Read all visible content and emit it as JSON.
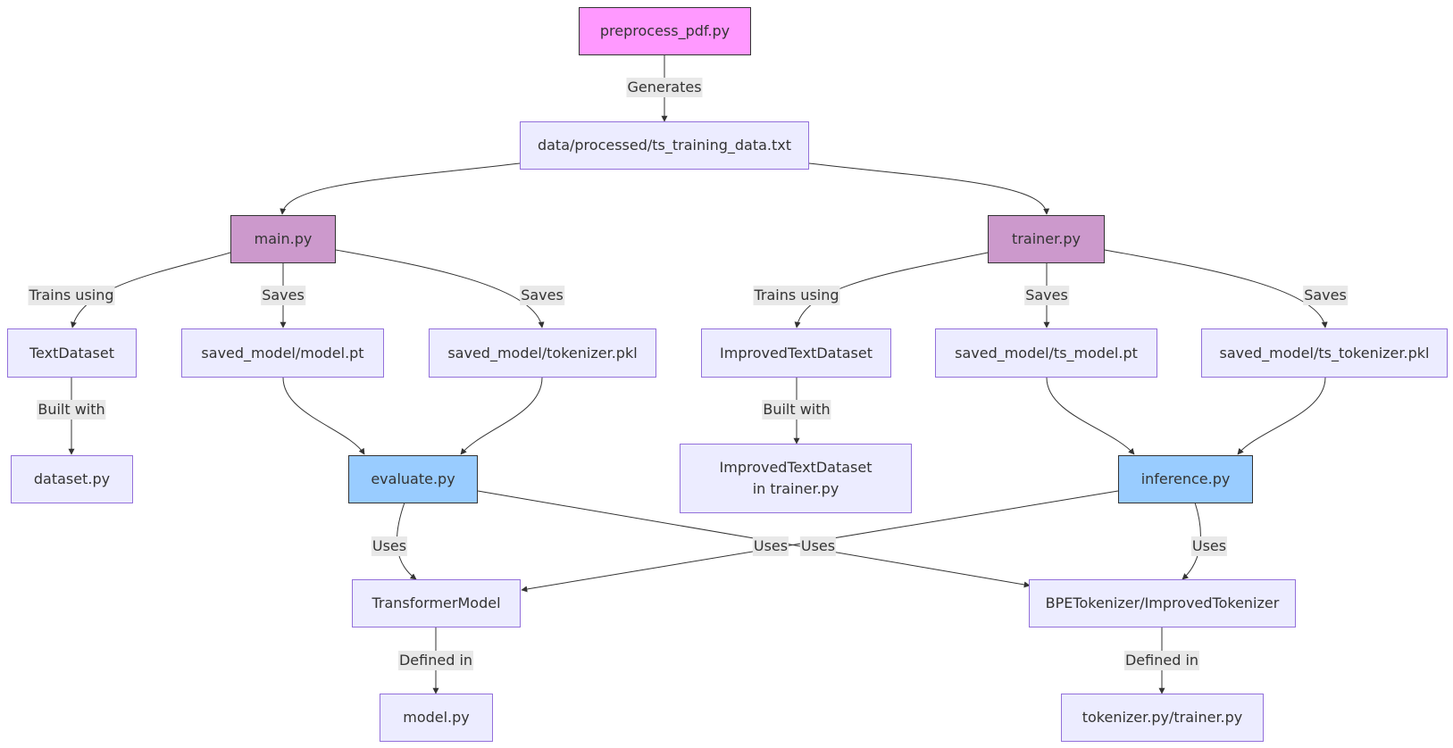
{
  "nodes": {
    "preprocess": "preprocess_pdf.py",
    "data": "data/processed/ts_training_data.txt",
    "main": "main.py",
    "trainer": "trainer.py",
    "textdataset": "TextDataset",
    "model_pt": "saved_model/model.pt",
    "tokenizer_pkl": "saved_model/tokenizer.pkl",
    "improved_dataset": "ImprovedTextDataset",
    "ts_model_pt": "saved_model/ts_model.pt",
    "ts_tokenizer_pkl": "saved_model/ts_tokenizer.pkl",
    "dataset_py": "dataset.py",
    "evaluate": "evaluate.py",
    "improved_in_trainer": "ImprovedTextDataset in trainer.py",
    "inference": "inference.py",
    "transformer": "TransformerModel",
    "bpe": "BPETokenizer/ImprovedTokenizer",
    "model_py": "model.py",
    "tokenizer_py": "tokenizer.py/trainer.py"
  },
  "edge_labels": {
    "generates": "Generates",
    "main_trains": "Trains using",
    "main_saves_model": "Saves",
    "main_saves_tokenizer": "Saves",
    "trainer_trains": "Trains using",
    "trainer_saves_model": "Saves",
    "trainer_saves_tokenizer": "Saves",
    "textdataset_built": "Built with",
    "improved_built": "Built with",
    "evaluate_uses_transformer": "Uses",
    "evaluate_uses_bpe": "Uses",
    "inference_uses_transformer": "Uses",
    "inference_uses_bpe": "Uses",
    "transformer_defined": "Defined in",
    "bpe_defined": "Defined in"
  },
  "colors": {
    "default_fill": "#ececff",
    "default_stroke": "#9370db",
    "preprocess_fill": "#ff99ff",
    "script_fill": "#cc99cc",
    "consumer_fill": "#99ccff",
    "edge_label_bg": "#e8e8e8"
  }
}
